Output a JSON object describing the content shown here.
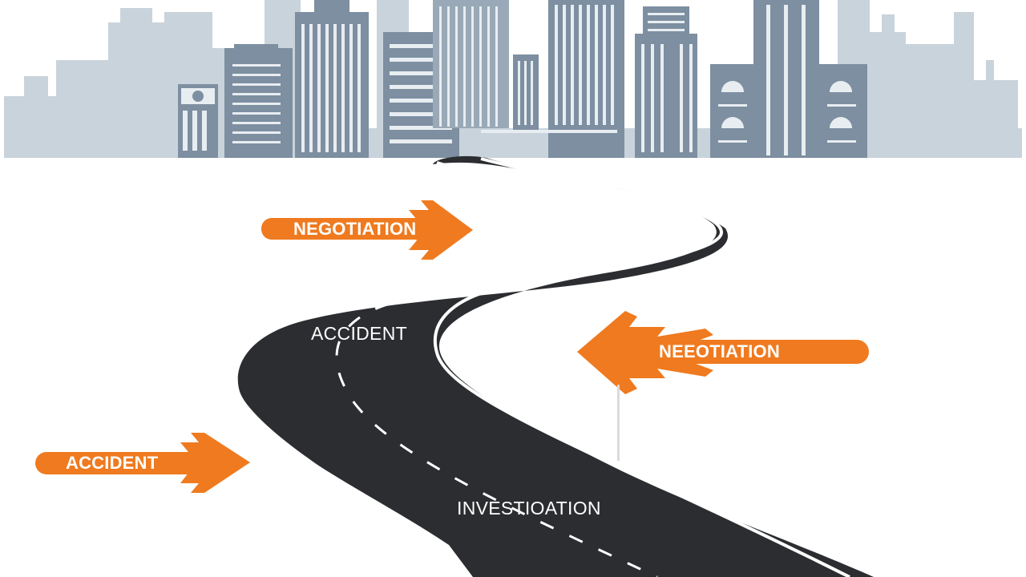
{
  "scene": {
    "description_alt": "",
    "colors": {
      "skyline_back": "#c9d3dc",
      "skyline_front": "#7d8fa1",
      "road": "#2b2d30",
      "road_edge": "#ffffff",
      "arrow": "#ef7a1f",
      "background": "#ffffff"
    }
  },
  "arrows": [
    {
      "label": "NEGOTIATION",
      "direction": "right"
    },
    {
      "label": "NEEOTIATION",
      "direction": "left"
    },
    {
      "label": "ACCIDENT",
      "direction": "right"
    }
  ],
  "road_labels": [
    {
      "label": "ACCIDENT"
    },
    {
      "label": "INVESTIOATION"
    }
  ]
}
